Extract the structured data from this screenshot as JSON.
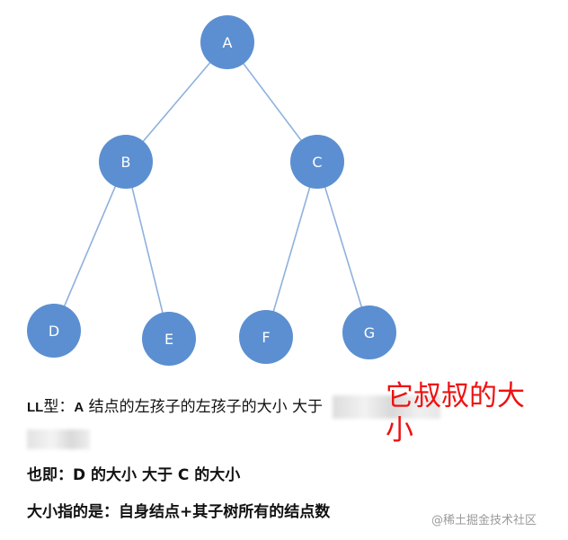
{
  "tree": {
    "nodes": [
      {
        "id": "A",
        "label": "A"
      },
      {
        "id": "B",
        "label": "B"
      },
      {
        "id": "C",
        "label": "C"
      },
      {
        "id": "D",
        "label": "D"
      },
      {
        "id": "E",
        "label": "E"
      },
      {
        "id": "F",
        "label": "F"
      },
      {
        "id": "G",
        "label": "G"
      }
    ],
    "edges": [
      [
        "A",
        "B"
      ],
      [
        "A",
        "C"
      ],
      [
        "B",
        "D"
      ],
      [
        "B",
        "E"
      ],
      [
        "C",
        "F"
      ],
      [
        "C",
        "G"
      ]
    ],
    "node_color": "#5b8fd1",
    "edge_color": "#8fb1dd"
  },
  "text": {
    "line1_prefix": "LL",
    "line1_mid": "型：",
    "line1_a": "A",
    "line1_rest": "结点的左孩子的左孩子的大小  大于",
    "handwritten": "它叔叔的大小",
    "line2": "也即：D 的大小  大于  C 的大小",
    "line3": "大小指的是：自身结点+其子树所有的结点数",
    "watermark": "@稀土掘金技术社区"
  },
  "colors": {
    "handwritten": "#ee1111",
    "watermark": "#9a9a9a"
  }
}
